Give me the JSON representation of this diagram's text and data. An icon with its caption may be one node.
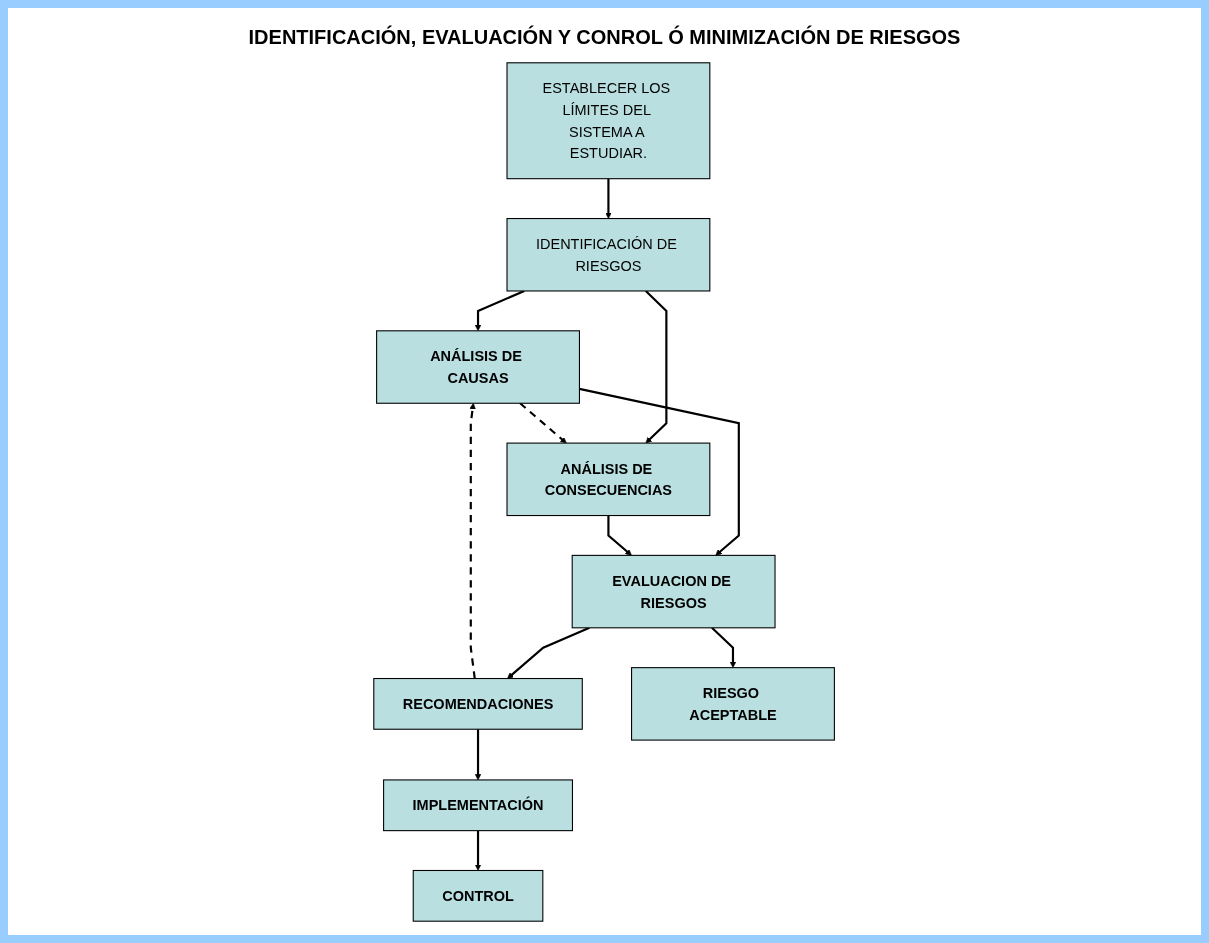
{
  "diagram": {
    "title": "IDENTIFICACIÓN, EVALUACIÓN Y CONROL Ó MINIMIZACIÓN DE RIESGOS",
    "nodes": [
      {
        "text": [
          "ESTABLECER LOS LÍMITES DEL SISTEMA A ESTUDIAR."
        ]
      },
      {
        "text": [
          "IDENTIFICACIÓN DE RIESGOS"
        ]
      },
      {
        "text": [
          "ANÁLISIS DE CAUSAS"
        ]
      },
      {
        "text": [
          "ANÁLISIS DE CONSECUENCIAS"
        ]
      },
      {
        "text": [
          "EVALUACION DE RIESGOS"
        ]
      },
      {
        "text": [
          "RECOMENDACIONES"
        ]
      },
      {
        "text": [
          "RIESGO ACEPTABLE"
        ]
      },
      {
        "text": [
          "IMPLEMENTACIÓN"
        ]
      },
      {
        "text": [
          "CONTROL"
        ]
      }
    ],
    "edges": [
      {
        "from": 0,
        "to": 1,
        "arrow": "to"
      },
      {
        "from": 1,
        "to": 2,
        "arrow": "to"
      },
      {
        "from": 1,
        "to": 3,
        "arrow": "to"
      },
      {
        "from": 2,
        "to": 3,
        "arrow": "to",
        "style": "dashed"
      },
      {
        "from": 2,
        "to": 4,
        "arrow": "to"
      },
      {
        "from": 3,
        "to": 4,
        "arrow": "to"
      },
      {
        "from": 4,
        "to": 5,
        "arrow": "to"
      },
      {
        "from": 4,
        "to": 6,
        "arrow": "to"
      },
      {
        "from": 5,
        "to": 2,
        "arrow": "to",
        "style": "dashed"
      },
      {
        "from": 5,
        "to": 7,
        "arrow": "to"
      },
      {
        "from": 7,
        "to": 8,
        "arrow": "to"
      }
    ]
  }
}
